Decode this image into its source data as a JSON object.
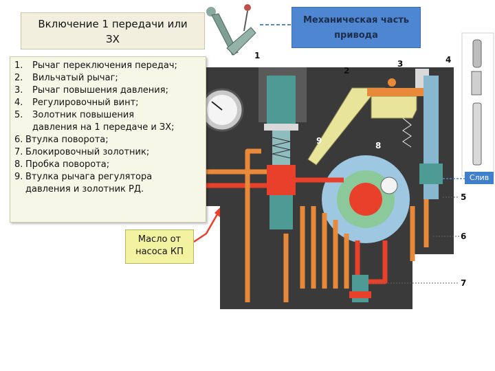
{
  "title": {
    "line1": "Включение 1 передачи или",
    "line2": "ЗХ"
  },
  "legend": {
    "items": [
      {
        "num": "1.",
        "text": "Рычаг переключения передач;"
      },
      {
        "num": "2.",
        "text": "Вильчатый рычаг;"
      },
      {
        "num": "3.",
        "text": "Рычаг повышения давления;"
      },
      {
        "num": "4.",
        "text": "Регулировочный винт;"
      },
      {
        "num": "5.",
        "text": "Золотник повышения"
      },
      {
        "num": "",
        "text": "давления на 1 передаче и ЗХ;"
      },
      {
        "num": "6.",
        "text": "Втулка поворота;"
      },
      {
        "num": "7.",
        "text": "Блокировочный золотник;"
      },
      {
        "num": "8.",
        "text": "Пробка поворота;"
      },
      {
        "num": "9.",
        "text": "Втулка рычага регулятора"
      },
      {
        "num": "",
        "text": "давления и золотник РД."
      }
    ]
  },
  "mechanical_part": {
    "line1": "Механическая часть",
    "line2": "привода"
  },
  "oil_from_pump": {
    "line1": "Масло от",
    "line2": "насоса КП"
  },
  "drain_label": "Слив",
  "callouts": [
    "1",
    "2",
    "3",
    "4",
    "5",
    "6",
    "7",
    "8",
    "9"
  ],
  "colors": {
    "oil_red": "#e8402a",
    "oil_orange": "#e98a3a",
    "body_dark": "#3a3a3a",
    "accent_blue": "#4f86d1",
    "lever_yellow": "#e8e49a"
  }
}
